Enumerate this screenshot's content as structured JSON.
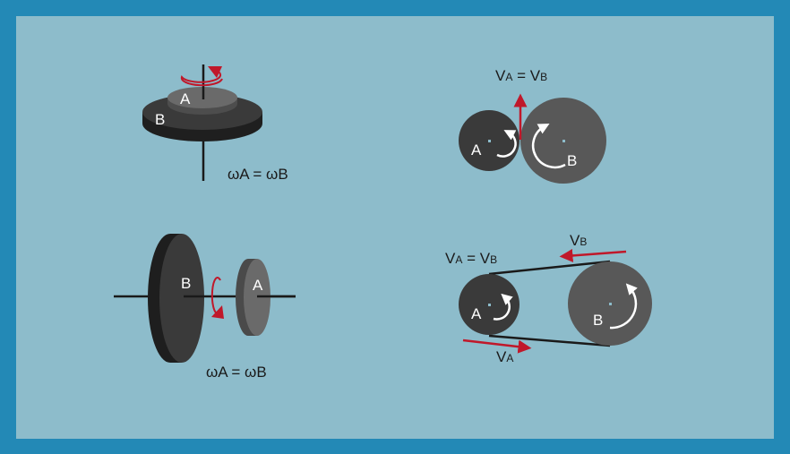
{
  "colors": {
    "frame": "#2389b6",
    "panel": "#8dbccb",
    "dark_disk": "#3a3a3a",
    "light_disk": "#585858",
    "arrow": "#c0182a"
  },
  "coaxial": {
    "label_a": "A",
    "label_b": "B",
    "equation": "ωA = ωB"
  },
  "contact": {
    "label_a": "A",
    "label_b": "B",
    "eq_v1": "V",
    "eq_s1": "A",
    "eq_mid": " = V",
    "eq_s2": "B"
  },
  "shaft": {
    "label_a": "A",
    "label_b": "B",
    "equation": "ωA = ωB"
  },
  "belt": {
    "label_a": "A",
    "label_b": "B",
    "eq_v1": "V",
    "eq_s1": "A",
    "eq_mid": " = V",
    "eq_s2": "B",
    "vb_v": "V",
    "vb_s": "B",
    "va_v": "V",
    "va_s": "A"
  }
}
